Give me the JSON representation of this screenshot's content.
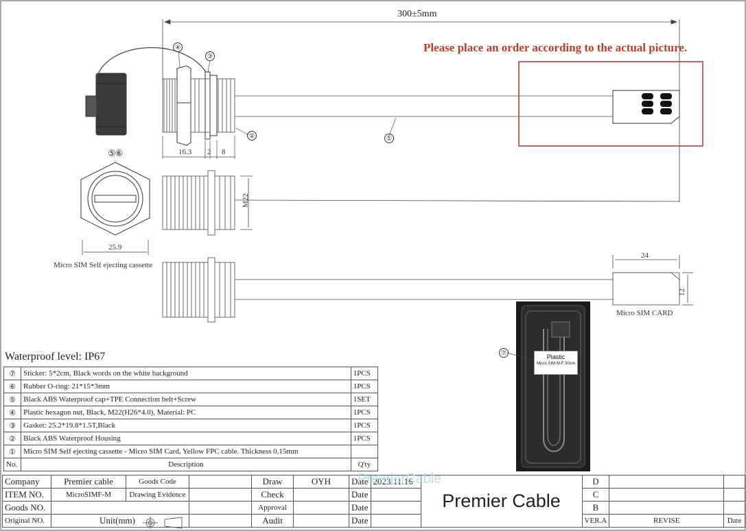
{
  "dimensions": {
    "total_length": "300±5mm",
    "nut_width": "16.3",
    "gasket_thickness": "2",
    "thread_length": "8",
    "hex_width": "25.9",
    "thread_size": "M22",
    "card_width": "24",
    "card_height": "12"
  },
  "notice": "Please place an order according to the actual picture.",
  "labels": {
    "cassette": "Micro SIM Self ejecting cassette",
    "sim_card": "Micro  SIM CARD",
    "sticker_title": "Plastic",
    "sticker_text": "Micro SIM M-F 30cm",
    "waterproof": "Waterproof level: IP67"
  },
  "callouts": {
    "c1": "①",
    "c2": "②",
    "c3": "③",
    "c4": "④",
    "c56": "⑤⑥",
    "c7": "⑦"
  },
  "parts": [
    {
      "no": "⑦",
      "desc": "Sticker: 5*2cm, Black words on the white background",
      "qty": "1PCS"
    },
    {
      "no": "⑥",
      "desc": "Rubber O-ring: 21*15*3mm",
      "qty": "1PCS"
    },
    {
      "no": "⑤",
      "desc": "Black ABS Waterproof cap+TPE Connection belt+Screw",
      "qty": "1SET"
    },
    {
      "no": "④",
      "desc": "Plastic hexagon nut, Black, M22(H26*4.0), Material: PC",
      "qty": "1PCS"
    },
    {
      "no": "③",
      "desc": "Gasket: 25.2*19.8*1.5T,Black",
      "qty": "1PCS"
    },
    {
      "no": "②",
      "desc": "Black ABS Waterproof Housing",
      "qty": "1PCS"
    },
    {
      "no": "①",
      "desc": "Micro SIM Self ejecting cassette - Micro SIM Card, Yellow FPC cable. Thickness 0.15mm",
      "qty": ""
    }
  ],
  "parts_header": {
    "no": "No.",
    "desc": "Description",
    "qty": "Q'ty"
  },
  "titleblock": {
    "company_label": "Company",
    "company_value": "Premier cable",
    "goods_code_label": "Goods Code",
    "item_label": "ITEM NO.",
    "item_value": "MicroSIMF-M",
    "drawing_evidence_label": "Drawing Evidence",
    "goods_no_label": "Goods NO.",
    "original_label": "Original NO.",
    "unit_label": "Unit(mm)",
    "draw_label": "Draw",
    "draw_value": "OYH",
    "check_label": "Check",
    "approval_label": "Approval",
    "audit_label": "Audit",
    "date_label": "Date",
    "date_value": "2023.11.16",
    "brand": "Premier Cable",
    "watermark": "PremierCable",
    "rev_d": "D",
    "rev_c": "C",
    "rev_b": "B",
    "ver_label": "VER.A",
    "revise_label": "REVISE",
    "rev_date_label": "Date"
  },
  "colors": {
    "notice": "#c0392b",
    "box": "#b03030",
    "line": "#333333"
  }
}
